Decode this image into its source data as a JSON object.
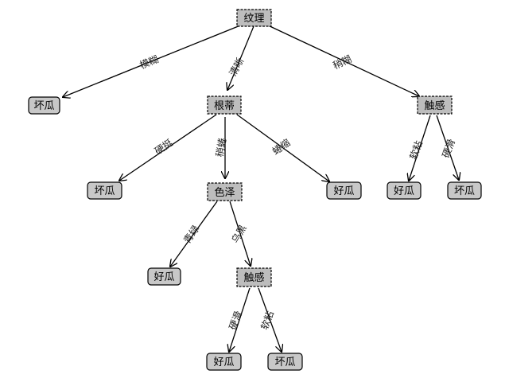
{
  "nodes": {
    "root": "纹理",
    "n_blurry": "坏瓜",
    "n_root_clear": "根蒂",
    "n_touch_top": "触感",
    "n_stiff": "坏瓜",
    "n_color": "色泽",
    "n_curled": "好瓜",
    "n_soft_top": "好瓜",
    "n_hard_top": "坏瓜",
    "n_green": "好瓜",
    "n_touch_bottom": "触感",
    "n_hard_bottom": "好瓜",
    "n_soft_bottom": "坏瓜"
  },
  "edges": {
    "e_root_blurry": "模糊",
    "e_root_clear": "清晰",
    "e_root_slight": "稍糊",
    "e_root_stiff": "硬挺",
    "e_root_slightcurl": "稍蜷",
    "e_root_curled": "蜷缩",
    "e_touch_soft": "软粘",
    "e_touch_hard": "硬滑",
    "e_color_green": "青绿",
    "e_color_black": "乌黑",
    "e_touch2_hard": "硬滑",
    "e_touch2_soft": "软粘"
  },
  "colors": {
    "node_fill": "#bdbdbd",
    "leaf_fill": "#c8c8c8",
    "edge_stroke": "#000000"
  }
}
